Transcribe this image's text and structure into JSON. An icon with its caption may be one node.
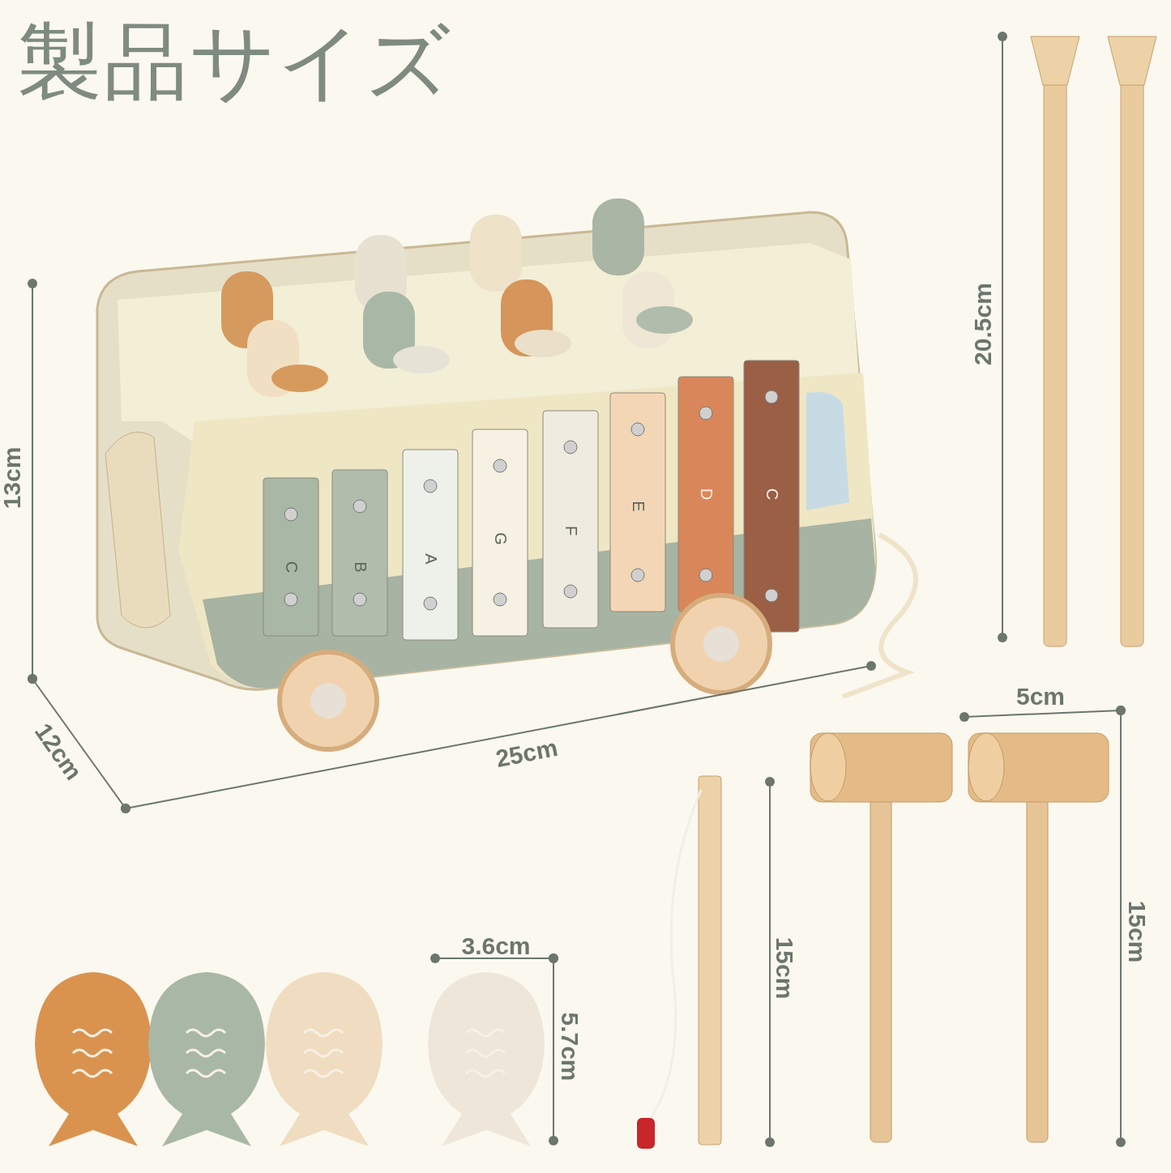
{
  "diagram": {
    "title": "製品サイズ",
    "labels": [
      "20.5cm",
      "13cm",
      "C",
      "B",
      "A",
      "G",
      "F",
      "E",
      "D",
      "C",
      "5cm",
      "25cm",
      "12cm",
      "15cm",
      "15cm",
      "3.6cm",
      "5.7cm"
    ]
  }
}
